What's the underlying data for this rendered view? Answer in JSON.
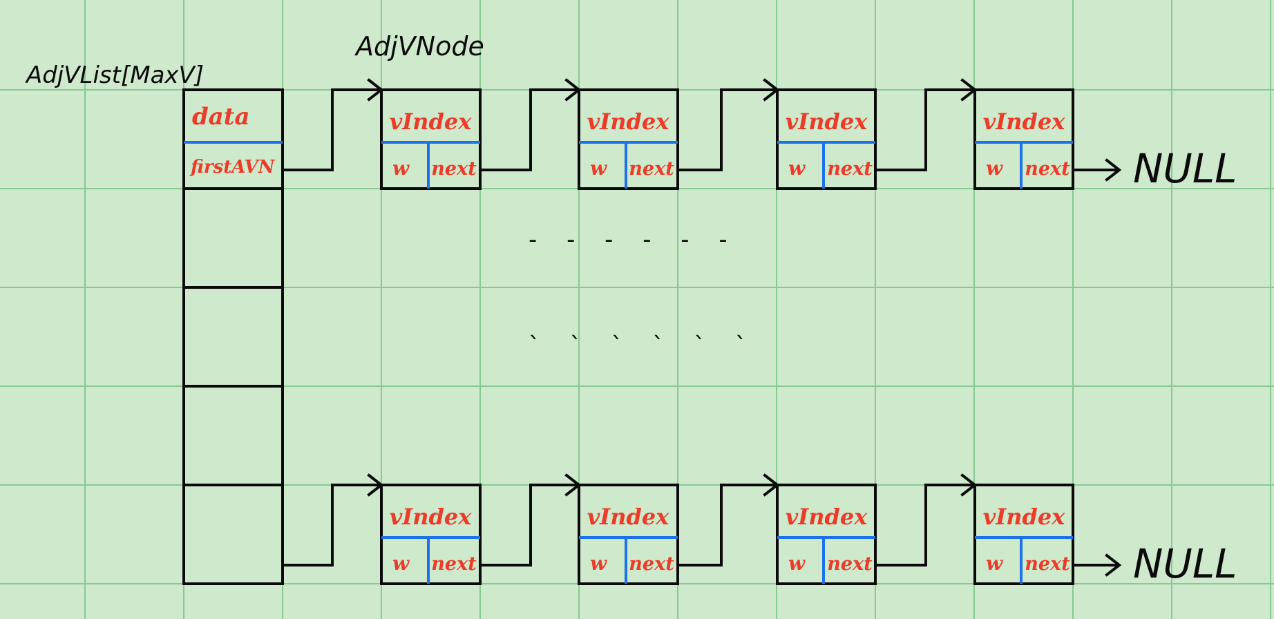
{
  "colors": {
    "paper": "#cfe9cc",
    "grid": "#86c993",
    "ink": "#0a0a0a",
    "field_text": "#ec3b28",
    "field_divider": "#1d72e8"
  },
  "labels": {
    "array": "AdjVList[MaxV]",
    "node": "AdjVNode",
    "null_end": "NULL"
  },
  "head_fields": {
    "data": "data",
    "first": "firstAVN"
  },
  "node_fields": {
    "vindex": "vIndex",
    "weight": "w",
    "next": "next"
  },
  "ellipsis": {
    "row1": "- - - - - -",
    "row2": "` ` ` ` ` `"
  }
}
